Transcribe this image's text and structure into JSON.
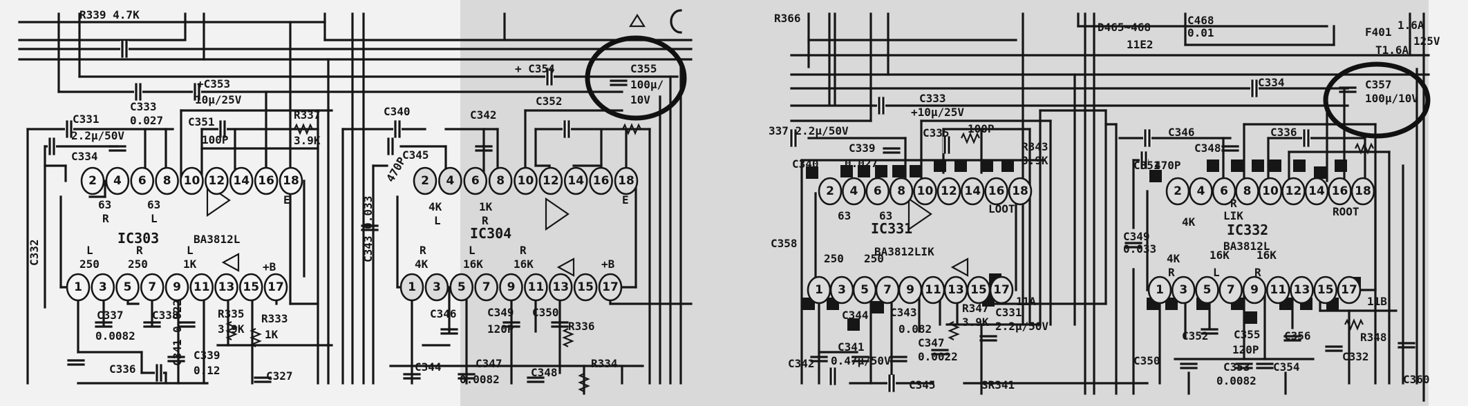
{
  "colors": {
    "ink": "#161616",
    "paper": "#f2f2f2",
    "shade": "#d9d9d9"
  },
  "left_panel": {
    "ic_a": {
      "name": "IC303",
      "part": "BA3812L",
      "top_pins": [
        "2",
        "4",
        "6",
        "8",
        "10",
        "12",
        "14",
        "16",
        "18"
      ],
      "bottom_pins": [
        "1",
        "3",
        "5",
        "7",
        "9",
        "11",
        "13",
        "15",
        "17"
      ]
    },
    "ic_b": {
      "name": "IC304",
      "top_pins": [
        "2",
        "4",
        "6",
        "8",
        "10",
        "12",
        "14",
        "16",
        "18"
      ],
      "bottom_pins": [
        "1",
        "3",
        "5",
        "7",
        "9",
        "11",
        "13",
        "15",
        "17"
      ]
    },
    "highlight": {
      "ref": "C355",
      "value1": "100µ/",
      "value2": "10V"
    }
  },
  "right_panel": {
    "ic_a": {
      "name": "IC331",
      "part": "BA3812LIK",
      "top_pins": [
        "2",
        "4",
        "6",
        "8",
        "10",
        "12",
        "14",
        "16",
        "18"
      ],
      "bottom_pins": [
        "1",
        "3",
        "5",
        "7",
        "9",
        "11",
        "13",
        "15",
        "17"
      ]
    },
    "ic_b": {
      "name": "IC332",
      "part": "BA3812L",
      "top_pins": [
        "2",
        "4",
        "6",
        "8",
        "10",
        "12",
        "14",
        "16",
        "18"
      ],
      "bottom_pins": [
        "1",
        "3",
        "5",
        "7",
        "9",
        "11",
        "13",
        "15",
        "17"
      ]
    },
    "highlight": {
      "ref": "C357",
      "value": "100µ/10V"
    }
  },
  "labels": {
    "a1": "R339 4.7K",
    "a2": "C331",
    "a3": "2.2µ/50V",
    "a4": "C333",
    "a5": "0.027",
    "a6": "+C353",
    "a7": "10µ/25V",
    "a8": "C351",
    "a9": "100P",
    "a10": "R337",
    "a11": "3.9K",
    "a12": "C334",
    "a13": "63",
    "a14": "R",
    "a15": "63",
    "a16": "L",
    "a17": "E",
    "a18": "C332",
    "a19": "L",
    "a20": "250",
    "a21": "R",
    "a22": "250",
    "a23": "L",
    "a24": "1K",
    "a25": "+B",
    "a26": "C337",
    "a27": "0.0082",
    "a28": "C338",
    "a29": "C341 0.022",
    "a30": "R335",
    "a31": "3.9K",
    "a32": "R333",
    "a33": "1K",
    "a34": "C339",
    "a35": "0.12",
    "a36": "C336",
    "a37": "C327",
    "b1": "C340",
    "b2": "C342",
    "b3": "C352",
    "b4": "+ C354",
    "b5": "C345",
    "b6": "470P",
    "b7": "C343 0.033",
    "b8": "4K",
    "b9": "L",
    "b10": "1K",
    "b11": "R",
    "b12": "E",
    "b13": "R",
    "b14": "4K",
    "b15": "L",
    "b16": "16K",
    "b17": "R",
    "b18": "16K",
    "b19": "+B",
    "b20": "C346",
    "b21": "C349",
    "b22": "120P",
    "b23": "C350",
    "b24": "R336",
    "b25": "C344",
    "b26": "C347",
    "b27": "0.0082",
    "b28": "C348",
    "b29": "R334",
    "c1": "R366",
    "c2": "D465~468",
    "c3": "11E2",
    "c4": "C468",
    "c5": "0.01",
    "c6": "F401",
    "c7": "T1.6A",
    "c8": "1.6A",
    "c9": "125V",
    "c10": "C333",
    "c11": "+10µ/25V",
    "c12": "337 2.2µ/50V",
    "c13": "C335",
    "c14": "100P",
    "c15": "R343",
    "c16": "3.9K",
    "c17": "C339",
    "c18": "0.027",
    "c19": "C340",
    "c20": "LOOT",
    "c21": "63",
    "c22": "63",
    "c23": "C358",
    "c24": "250",
    "c25": "250",
    "c26": "C344",
    "c27": "C343",
    "c28": "0.082",
    "c29": "R347",
    "c30": "3.9K",
    "c31": "C331",
    "c32": "2.2µ/50V",
    "c33": "C341",
    "c34": "0.47µ/50V",
    "c35": "C342",
    "c36": "C347",
    "c37": "0.0022",
    "c38": "C345",
    "c39": "SR341",
    "c40": "11A",
    "d1": "C346",
    "d2": "C348",
    "d3": "C336",
    "d4": "C351",
    "d5": "470P",
    "d6": "ROOT",
    "d7": "4K",
    "d8": "LIK",
    "d9": "C349",
    "d10": "0.033",
    "d11": "4K",
    "d12": "16K",
    "d13": "16K",
    "d14": "R",
    "d15": "L",
    "d16": "R",
    "d17": "C352",
    "d18": "C355",
    "d19": "120P",
    "d20": "C356",
    "d21": "C350",
    "d22": "C353",
    "d23": "0.0082",
    "d24": "C354",
    "d25": "R348",
    "d26": "C332",
    "d27": "C360",
    "d28": "C334",
    "d29": "11B",
    "d30": "R"
  }
}
